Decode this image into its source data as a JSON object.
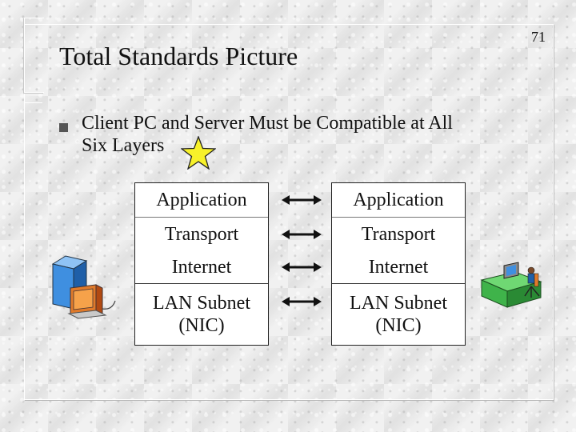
{
  "slide": {
    "page_number": "71",
    "title": "Total Standards Picture",
    "bullet": {
      "line1": "Client PC and Server Must be Compatible at All",
      "line2": "Six Layers"
    }
  },
  "icons": {
    "star": "star-icon",
    "client": "server-computer-icon",
    "server": "workstation-desk-icon",
    "arrows": "double-arrow-icon"
  },
  "colors": {
    "star": "#f7f12a",
    "computer_case": "#3f8fe0",
    "desk": "#3fb34a",
    "frame": "#ffffff"
  },
  "stack_left": {
    "application": "Application",
    "transport": "Transport",
    "internet": "Internet",
    "lan_line1": "LAN Subnet",
    "lan_line2": "(NIC)"
  },
  "stack_right": {
    "application": "Application",
    "transport": "Transport",
    "internet": "Internet",
    "lan_line1": "LAN Subnet",
    "lan_line2": "(NIC)"
  }
}
